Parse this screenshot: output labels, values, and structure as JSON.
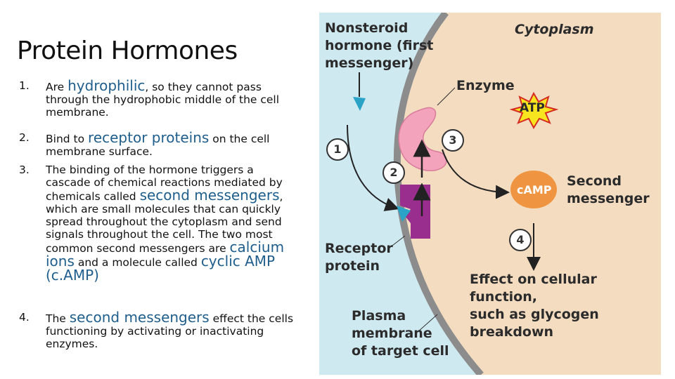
{
  "slide": {
    "title": "Protein Hormones",
    "items": [
      {
        "num": "1.",
        "pre": "Are ",
        "highlight": "hydrophilic",
        "post": ", so they cannot pass through the hydrophobic middle of the cell membrane."
      },
      {
        "num": "2.",
        "pre": "Bind to ",
        "highlight": "receptor proteins",
        "post": " on the cell membrane surface."
      },
      {
        "num": "3.",
        "pre": "The binding of the hormone triggers a cascade of chemical reactions mediated by chemicals called ",
        "highlight": "second messengers",
        "mid": ", which are small molecules that can quickly spread throughout the cytoplasm and send signals throughout the cell.   The two most common second messengers are ",
        "highlight2": "calcium ions",
        "mid2": " and a molecule called ",
        "highlight3": "cyclic AMP (c.AMP)"
      },
      {
        "num": "4.",
        "pre": "The ",
        "highlight": "second messengers",
        "post": " effect the cells functioning by activating or inactivating enzymes."
      }
    ]
  },
  "figure": {
    "labels": {
      "nonsteroid": "Nonsteroid\nhormone (first\nmessenger)",
      "cytoplasm": "Cytoplasm",
      "enzyme": "Enzyme",
      "atp": "ATP",
      "camp": "cAMP",
      "second_messenger": "Second\nmessenger",
      "receptor": "Receptor\nprotein",
      "effect": "Effect on cellular function,\nsuch as glycogen\nbreakdown",
      "plasma": "Plasma\nmembrane\nof target cell"
    },
    "steps": [
      "1",
      "2",
      "3",
      "4"
    ],
    "colors": {
      "extracellular": "#cfe9f1",
      "cytoplasm": "#f3dcc0",
      "membrane": "#8c8c8c",
      "enzyme": "#f4a3bd",
      "receptor": "#9a2e8e",
      "camp": "#ef9541",
      "atp": "#f7e51f",
      "hormone": "#2aa3c7"
    }
  }
}
